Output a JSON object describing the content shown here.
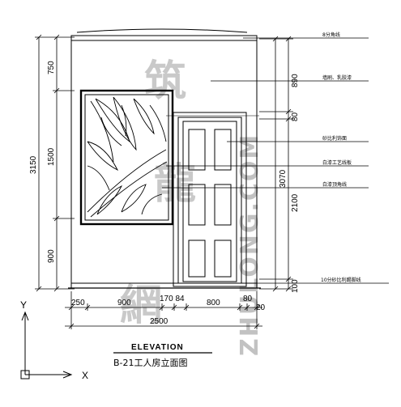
{
  "drawing": {
    "title": "ELEVATION",
    "caption": "B-21工人房立面图",
    "axis_x": "X",
    "axis_y": "Y"
  },
  "dimensions_left": [
    "750",
    "1500",
    "900"
  ],
  "dimension_left_total": "3150",
  "dimensions_right": [
    "890",
    "80",
    "2100",
    "100"
  ],
  "dimension_right_total": "3070",
  "dimensions_bottom": [
    "250",
    "900",
    "170 84",
    "800",
    "80",
    "20"
  ],
  "dimension_bottom_total": "2500",
  "annotations": [
    "8分角线",
    "墙刷、乳胶漆",
    "砂比利饰面",
    "白漆工艺线板",
    "白漆顶角线",
    "10分砂比利踢脚线"
  ],
  "watermark": {
    "brand": "ZHULONG.COM",
    "glyphs": [
      "筑",
      "龍",
      "網"
    ]
  }
}
